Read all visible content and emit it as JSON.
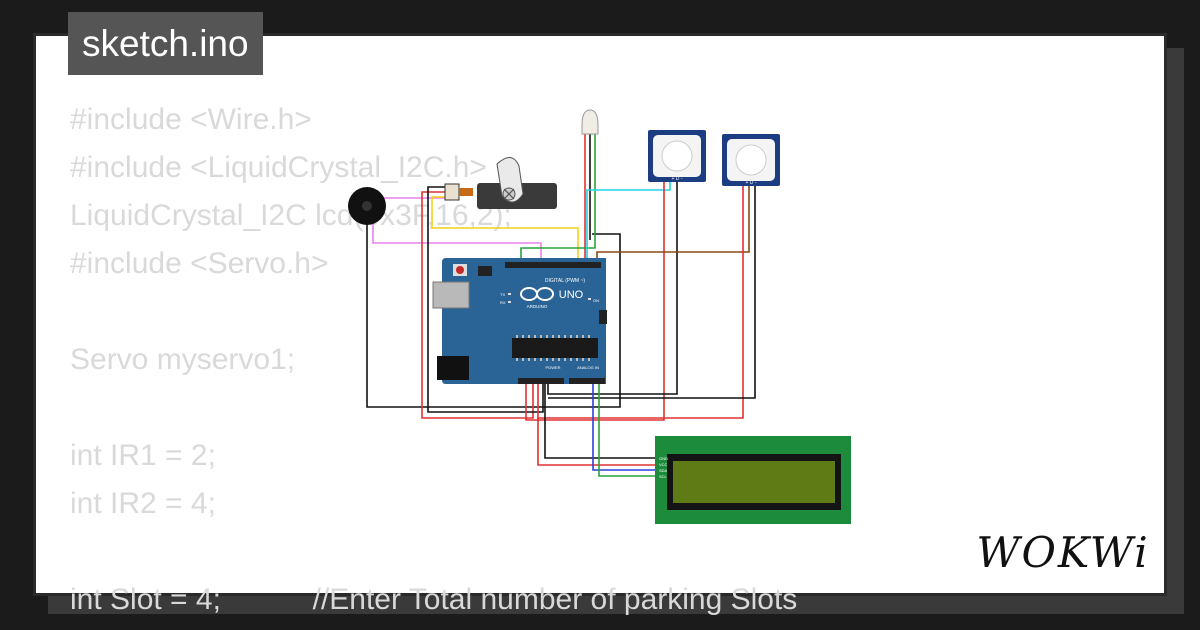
{
  "title": "sketch.ino",
  "brand": "WOKWi",
  "code_lines": [
    "#include <Wire.h>",
    "#include <LiquidCrystal_I2C.h>",
    "LiquidCrystal_I2C lcd(0x3F,16,2);",
    "#include <Servo.h>",
    "",
    "Servo myservo1;",
    "",
    "int IR1 = 2;",
    "int IR2 = 4;",
    "",
    "int Slot = 4;           //Enter Total number of parking Slots"
  ],
  "components": {
    "board": {
      "logo": "UNO",
      "brand": "ARDUINO",
      "header_top": "DIGITAL (PWM ~)",
      "header_power": "POWER",
      "header_analog": "ANALOG IN",
      "tx": "TX",
      "rx": "RX",
      "on": "ON",
      "aref": "AREF"
    },
    "lcd_pins": [
      "GND",
      "VCC",
      "SDA",
      "SCL"
    ],
    "pir_labels": [
      "+",
      "D",
      "-"
    ]
  },
  "colors": {
    "board": "#2a6496",
    "lcd_frame": "#1c8c3c",
    "lcd_screen": "#5e7b16",
    "pir_board": "#1d3d82",
    "wire_red": "#e23030",
    "wire_black": "#111111",
    "wire_green": "#26a33a",
    "wire_blue": "#2b40d8",
    "wire_yellow": "#f2d21a",
    "wire_cyan": "#22d4e6",
    "wire_pink": "#e882e8",
    "wire_brown": "#8a4a10"
  }
}
